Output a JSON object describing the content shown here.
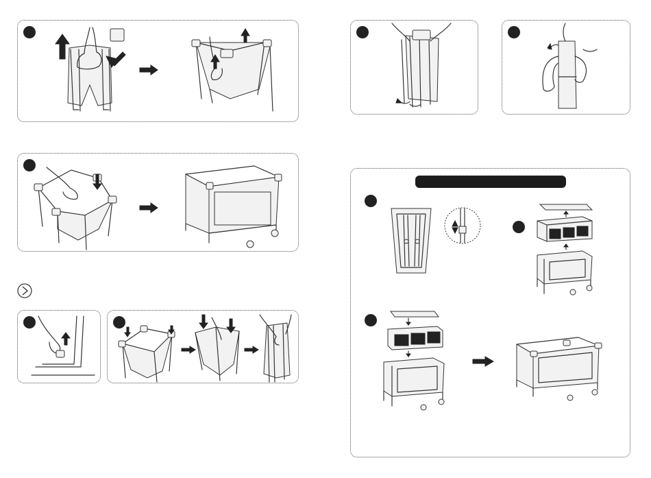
{
  "manual": {
    "sections": {
      "fold": {
        "name": "fold-instructions"
      },
      "accessory": {
        "name": "bassinet-accessory",
        "title": ""
      }
    }
  },
  "icons": {
    "step_badge": "filled-circle",
    "arrow": "right-arrow",
    "next_section": "chevron-right-in-circle"
  },
  "colors": {
    "ink": "#222222",
    "line": "#333333",
    "border": "#555555",
    "background": "#ffffff"
  }
}
